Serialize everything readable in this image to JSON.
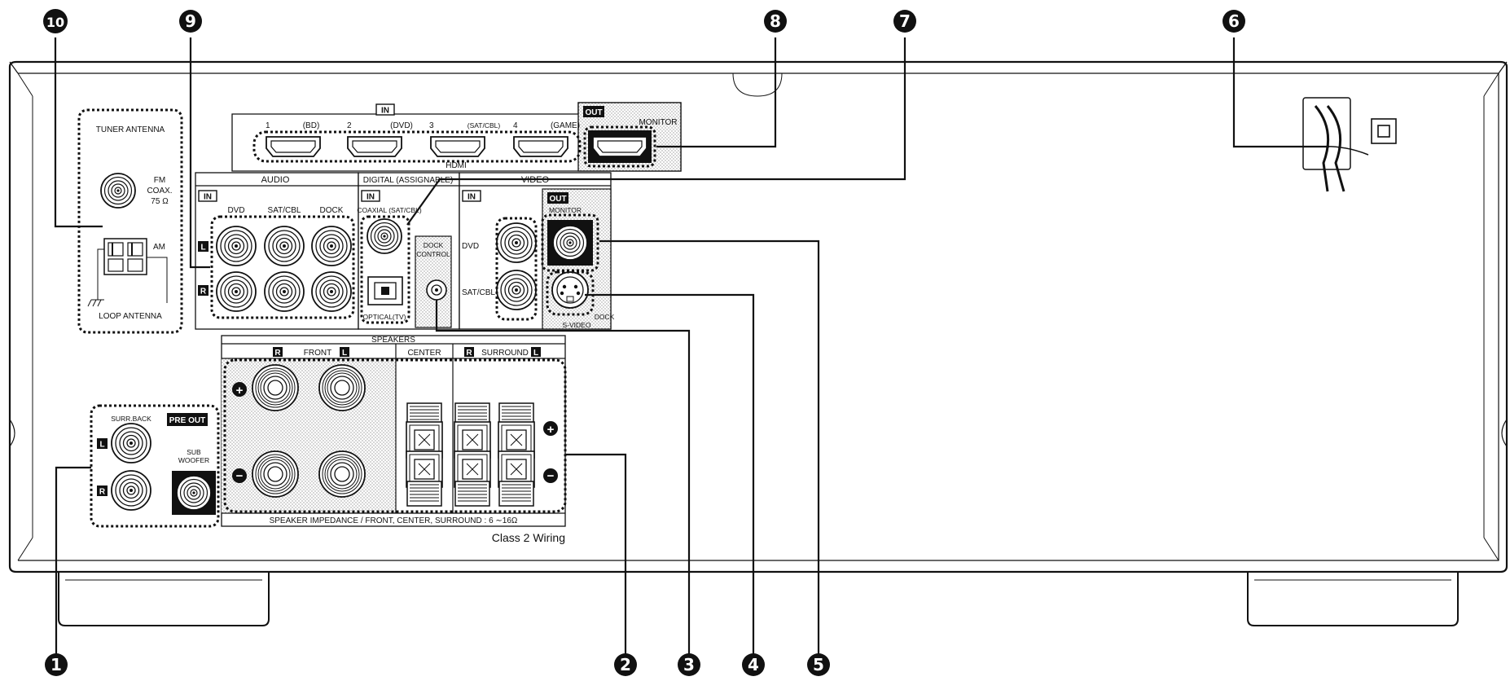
{
  "callouts": [
    "1",
    "2",
    "3",
    "4",
    "5",
    "6",
    "7",
    "8",
    "9",
    "10"
  ],
  "hdmi": {
    "in_tag": "IN",
    "out_tag": "OUT",
    "inputs": [
      {
        "num": "1",
        "name": "(BD)"
      },
      {
        "num": "2",
        "name": "(DVD)"
      },
      {
        "num": "3",
        "name": "(SAT/CBL)"
      },
      {
        "num": "4",
        "name": "(GAME)"
      }
    ],
    "monitor": "MONITOR",
    "label": "HDMI"
  },
  "tuner": {
    "title": "TUNER ANTENNA",
    "fm": "FM",
    "coax": "COAX.",
    "ohm": "75 Ω",
    "am": "AM",
    "loop": "LOOP ANTENNA"
  },
  "audio": {
    "title": "AUDIO",
    "in_tag": "IN",
    "cols": [
      "DVD",
      "SAT/CBL",
      "DOCK"
    ],
    "left_tag": "L",
    "right_tag": "R"
  },
  "digital": {
    "title": "DIGITAL  (ASSIGNABLE)",
    "in_tag": "IN",
    "coaxial": "COAXIAL (SAT/CBL)",
    "optical": "OPTICAL(TV)"
  },
  "dock_control": {
    "line1": "DOCK",
    "line2": "CONTROL"
  },
  "video": {
    "title": "VIDEO",
    "in_tag": "IN",
    "out_tag": "OUT",
    "monitor": "MONITOR",
    "dvd": "DVD",
    "satcbl": "SAT/CBL",
    "svideo": "S-VIDEO",
    "dock": "DOCK"
  },
  "speakers": {
    "title": "SPEAKERS",
    "front": "FRONT",
    "center": "CENTER",
    "surround": "SURROUND",
    "r_tag": "R",
    "l_tag": "L",
    "plus": "+",
    "minus": "−",
    "impedance": "SPEAKER IMPEDANCE / FRONT, CENTER, SURROUND : 6 ∼16Ω",
    "wiring": "Class 2 Wiring"
  },
  "preout": {
    "tag": "PRE OUT",
    "surr_back": "SURR.BACK",
    "sub1": "SUB",
    "sub2": "WOOFER",
    "l_tag": "L",
    "r_tag": "R"
  }
}
